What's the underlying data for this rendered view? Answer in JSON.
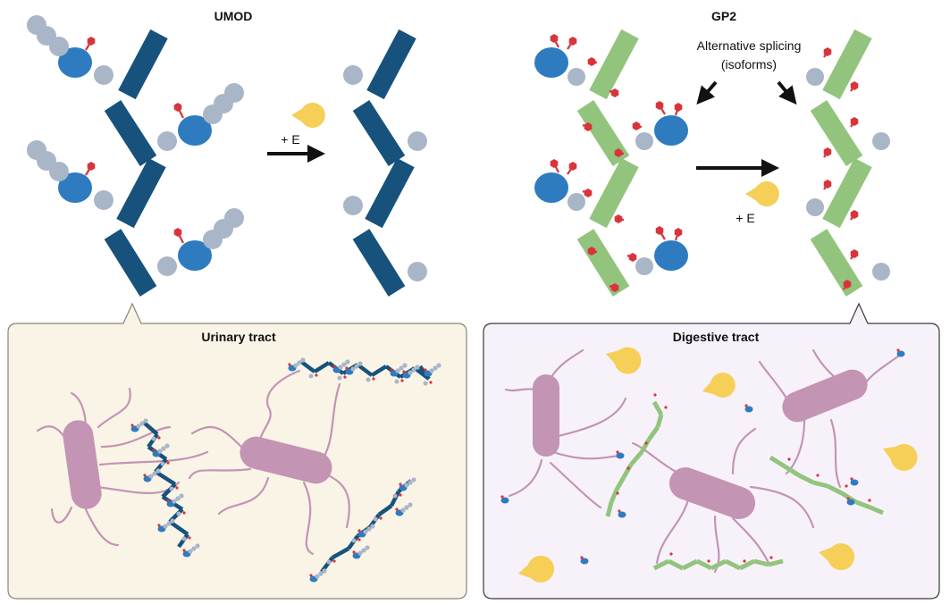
{
  "top": {
    "umod_title": "UMOD",
    "gp2_title": "GP2",
    "umod_arrow_label": "+ E",
    "gp2_arrow_label": "+ E",
    "alt_splicing_line1": "Alternative splicing",
    "alt_splicing_line2": "(isoforms)"
  },
  "panels": {
    "left_title": "Urinary tract",
    "right_title": "Digestive tract"
  },
  "colors": {
    "umod_backbone": "#17527d",
    "gp2_backbone": "#92c47d",
    "domain_blue": "#2f7bc0",
    "grey_bead": "#a9b6c8",
    "glycan_red": "#d9343c",
    "bacterium": "#c394b4",
    "flagellum": "#c394b4",
    "enzyme_yellow": "#f5cf57",
    "urinary_bg": "#faf4e6",
    "digestive_bg": "#f7f2fa"
  },
  "icons": {
    "enzyme": "pacman-enzyme-icon",
    "glycan": "hexagon-glycan-icon",
    "bacterium": "rod-bacterium-icon"
  }
}
